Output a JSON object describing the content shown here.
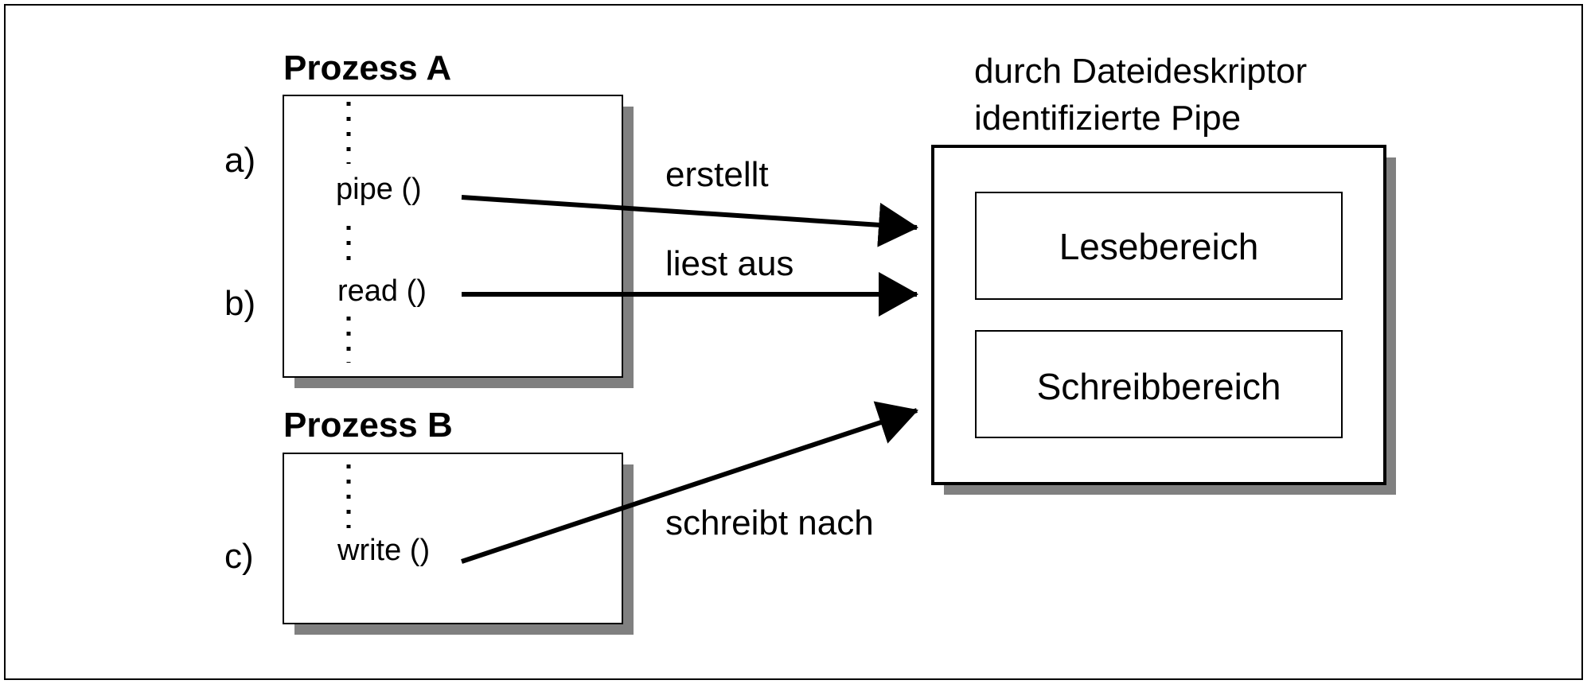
{
  "process_a": {
    "title": "Prozess A",
    "calls": [
      {
        "marker": "a)",
        "function": "pipe ()"
      },
      {
        "marker": "b)",
        "function": "read ()"
      }
    ]
  },
  "process_b": {
    "title": "Prozess B",
    "calls": [
      {
        "marker": "c)",
        "function": "write ()"
      }
    ]
  },
  "pipe": {
    "caption_line1": "durch Dateideskriptor",
    "caption_line2": "identifizierte Pipe",
    "read_area": "Lesebereich",
    "write_area": "Schreibbereich"
  },
  "arrows": {
    "creates": "erstellt",
    "reads": "liest aus",
    "writes": "schreibt nach"
  },
  "colors": {
    "line": "#000000",
    "shadow": "#808080",
    "background": "#ffffff"
  }
}
